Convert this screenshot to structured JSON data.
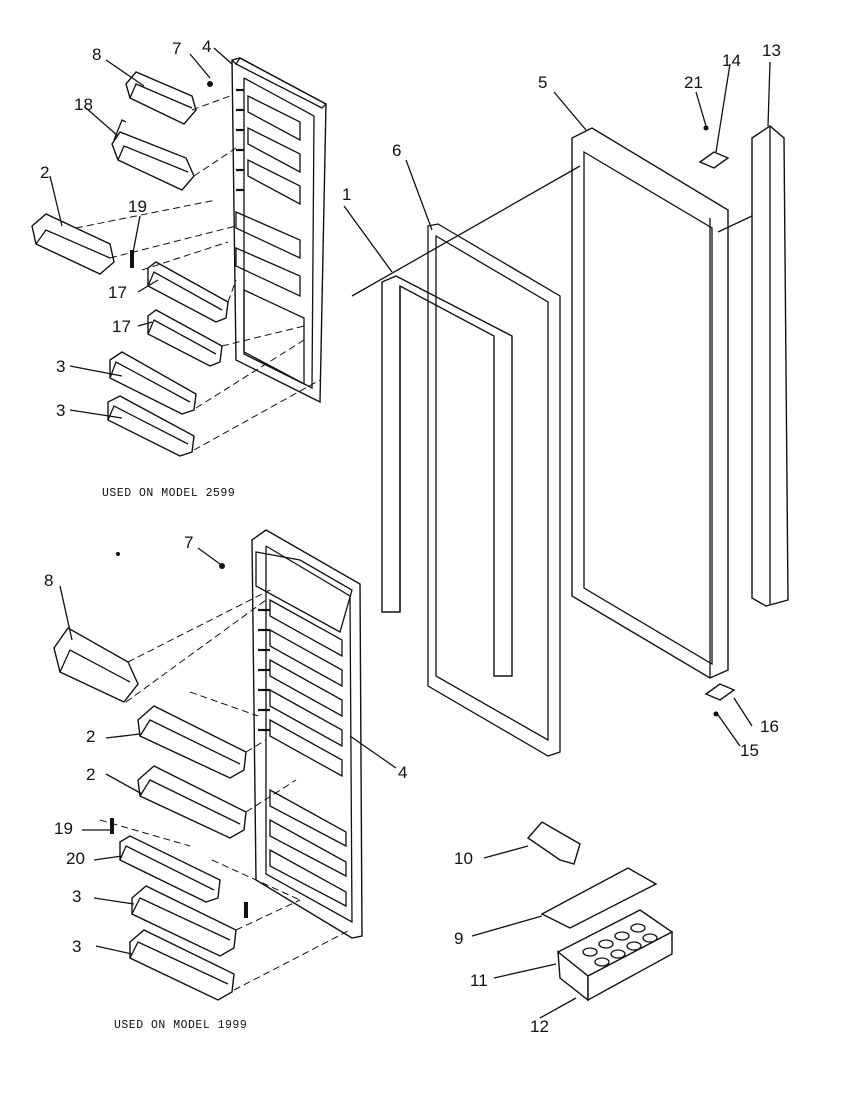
{
  "labels": {
    "l1": "1",
    "l2a": "2",
    "l2b": "2",
    "l2c": "2",
    "l3a": "3",
    "l3b": "3",
    "l3c": "3",
    "l3d": "3",
    "l4a": "4",
    "l4b": "4",
    "l5": "5",
    "l6": "6",
    "l7a": "7",
    "l7b": "7",
    "l8a": "8",
    "l8b": "8",
    "l9": "9",
    "l10": "10",
    "l11": "11",
    "l12": "12",
    "l13": "13",
    "l14": "14",
    "l15": "15",
    "l16": "16",
    "l17a": "17",
    "l17b": "17",
    "l18": "18",
    "l19a": "19",
    "l19b": "19",
    "l20": "20",
    "l21": "21"
  },
  "captions": {
    "top": "USED ON MODEL 2599",
    "bottom": "USED ON MODEL 1999"
  }
}
